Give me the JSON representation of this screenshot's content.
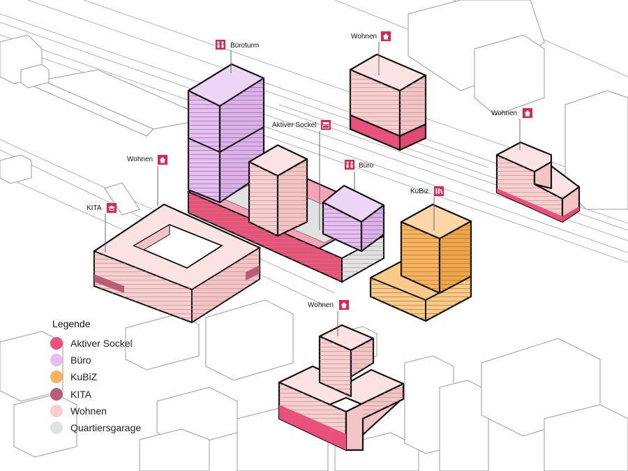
{
  "colors": {
    "aktiver_sockel": "#e8527a",
    "buero": "#e6bff0",
    "kubiz": "#f6b25c",
    "kita": "#b85c78",
    "wohnen": "#f7cfd0",
    "garage": "#e2e2e2",
    "marker": "#e3234f"
  },
  "legend": {
    "title": "Legende",
    "items": [
      {
        "label": "Aktiver Sockel",
        "color": "#e8527a"
      },
      {
        "label": "Büro",
        "color": "#e6bff0"
      },
      {
        "label": "KuBiZ",
        "color": "#f6b25c"
      },
      {
        "label": "KITA",
        "color": "#b85c78"
      },
      {
        "label": "Wohnen",
        "color": "#f7cfd0"
      },
      {
        "label": "Quartiersgarage",
        "color": "#e2e2e2"
      }
    ]
  },
  "labels": {
    "bueroturm": {
      "text": "Büroturm",
      "icon": "people-icon"
    },
    "wohnen_nw": {
      "text": "Wohnen",
      "icon": "house-icon"
    },
    "wohnen_ne": {
      "text": "Wohnen",
      "icon": "house-icon"
    },
    "wohnen_n": {
      "text": "Wohnen",
      "icon": "house-icon"
    },
    "wohnen_s": {
      "text": "Wohnen",
      "icon": "house-icon"
    },
    "aktiver_sockel": {
      "text": "Aktiver Sockel",
      "icon": "shop-icon"
    },
    "buero": {
      "text": "Büro",
      "icon": "people-icon"
    },
    "kubiz": {
      "text": "KuBiz",
      "icon": "library-icon"
    },
    "kita": {
      "text": "KITA",
      "icon": "cap-icon"
    }
  }
}
